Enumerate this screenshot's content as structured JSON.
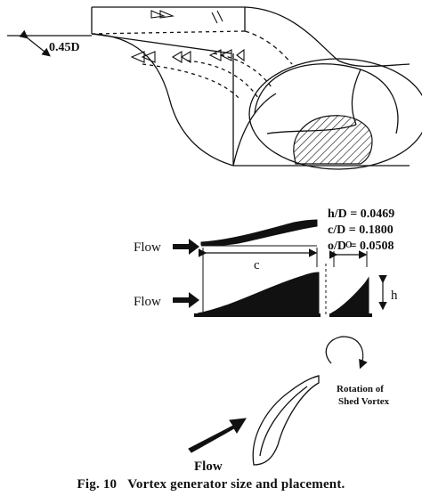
{
  "figure": {
    "caption_number": "Fig. 10",
    "caption_text": "Vortex generator size and placement."
  },
  "placement": {
    "offset_label": "0.45D"
  },
  "ratios": {
    "h_over_d": "h/D = 0.0469",
    "c_over_d": "c/D = 0.1800",
    "o_over_d": "o/D = 0.0508"
  },
  "profile": {
    "flow_top": "Flow",
    "flow_bottom": "Flow",
    "chord_label": "c",
    "spacing_label": "o",
    "height_label": "h"
  },
  "isometric": {
    "flow_label": "Flow",
    "rotation_label_line1": "Rotation of",
    "rotation_label_line2": "Shed Vortex"
  }
}
